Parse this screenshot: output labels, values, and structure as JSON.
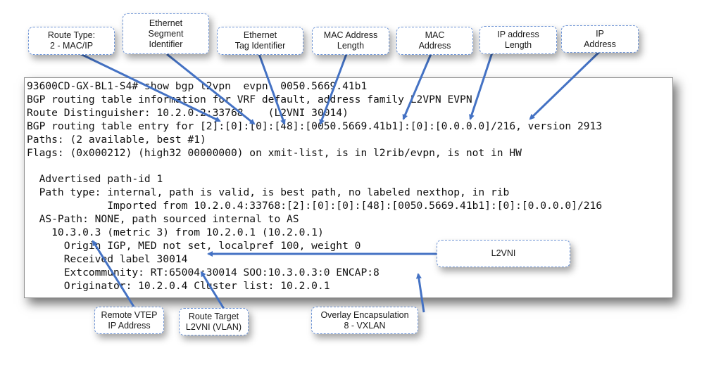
{
  "terminal": {
    "lines": [
      "93600CD-GX-BL1-S4# show bgp l2vpn  evpn  0050.5669.41b1",
      "BGP routing table information for VRF default, address family L2VPN EVPN",
      "Route Distinguisher: 10.2.0.2:33768    (L2VNI 30014)",
      "BGP routing table entry for [2]:[0]:[0]:[48]:[0050.5669.41b1]:[0]:[0.0.0.0]/216, version 2913",
      "Paths: (2 available, best #1)",
      "Flags: (0x000212) (high32 00000000) on xmit-list, is in l2rib/evpn, is not in HW",
      "",
      "  Advertised path-id 1",
      "  Path type: internal, path is valid, is best path, no labeled nexthop, in rib",
      "             Imported from 10.2.0.4:33768:[2]:[0]:[0]:[48]:[0050.5669.41b1]:[0]:[0.0.0.0]/216",
      "  AS-Path: NONE, path sourced internal to AS",
      "    10.3.0.3 (metric 3) from 10.2.0.1 (10.2.0.1)",
      "      Origin IGP, MED not set, localpref 100, weight 0",
      "      Received label 30014",
      "      Extcommunity: RT:65004:30014 SOO:10.3.0.3:0 ENCAP:8",
      "      Originator: 10.2.0.4 Cluster list: 10.2.0.1"
    ]
  },
  "callouts": {
    "route_type": "Route Type:\n2 - MAC/IP",
    "esi": "Ethernet\nSegment\nIdentifier",
    "eth_tag": "Ethernet\nTag Identifier",
    "mac_len": "MAC Address\nLength",
    "mac_addr": "MAC\nAddress",
    "ip_len": "IP address\nLength",
    "ip_addr": "IP\nAddress",
    "l2vni": "L2VNI",
    "remote_vtep": "Remote VTEP\nIP Address",
    "route_target": "Route Target\nL2VNI (VLAN)",
    "overlay_encap": "Overlay Encapsulation\n8 - VXLAN"
  },
  "colors": {
    "arrow": "#4472C4",
    "callout_border": "#6f95d6"
  }
}
